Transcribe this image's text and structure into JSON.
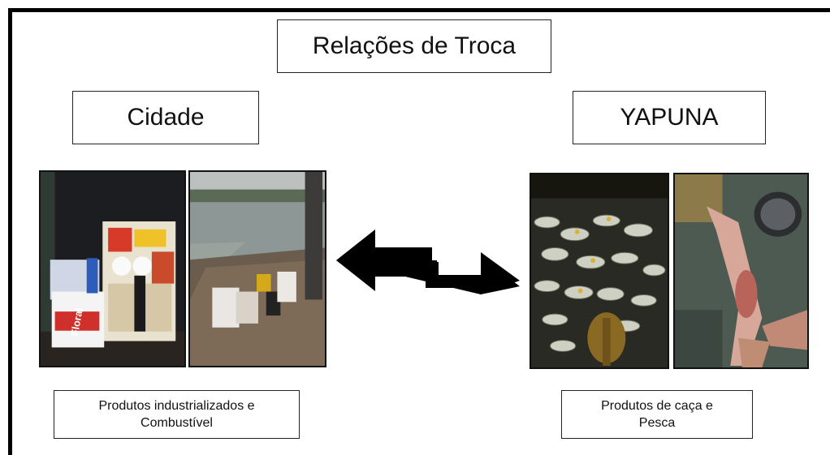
{
  "title": "Relações de Troca",
  "left": {
    "label": "Cidade",
    "description": "Produtos industrializados e\nCombustível",
    "photos": [
      "industrial-goods-photo",
      "boat-dock-photo"
    ]
  },
  "right": {
    "label": "YAPUNA",
    "description": "Produtos de caça e\nPesca",
    "photos": [
      "fish-catch-photo",
      "game-butchering-photo"
    ]
  },
  "arrow_icon": "double-arrow-icon",
  "colors": {
    "frame": "#000000",
    "arrow": "#000000",
    "box_border": "#222222"
  }
}
